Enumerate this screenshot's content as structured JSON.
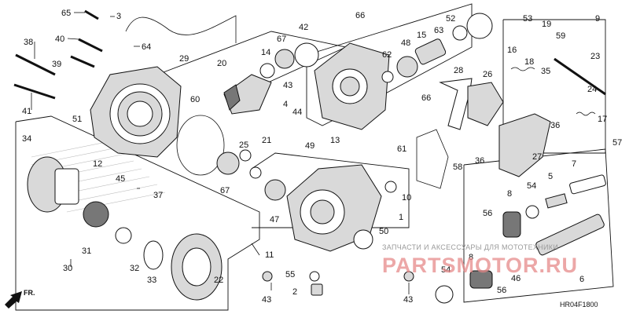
{
  "callouts": [
    "65",
    "3",
    "64",
    "29",
    "38",
    "40",
    "39",
    "41",
    "51",
    "12",
    "60",
    "20",
    "14",
    "67",
    "42",
    "25",
    "67",
    "66",
    "52",
    "63",
    "15",
    "48",
    "62",
    "49",
    "44",
    "4",
    "43",
    "21",
    "13",
    "61",
    "58",
    "28",
    "26",
    "66",
    "36",
    "53",
    "19",
    "59",
    "9",
    "16",
    "18",
    "35",
    "23",
    "24",
    "17",
    "36",
    "27",
    "57",
    "34",
    "45",
    "37",
    "10",
    "1",
    "50",
    "11",
    "47",
    "55",
    "2",
    "43",
    "43",
    "54",
    "7",
    "54",
    "8",
    "56",
    "5",
    "56",
    "8",
    "46",
    "6",
    "30",
    "31",
    "32",
    "33",
    "22"
  ],
  "figure_code": "HR04F1800",
  "direction_label": "FR.",
  "watermark": {
    "top_text": "ЗАПЧАСТИ И АКСЕССУАРЫ ДЛЯ МОТОТЕХНИКИ",
    "brand_text": "PARTSMOTOR.RU"
  }
}
